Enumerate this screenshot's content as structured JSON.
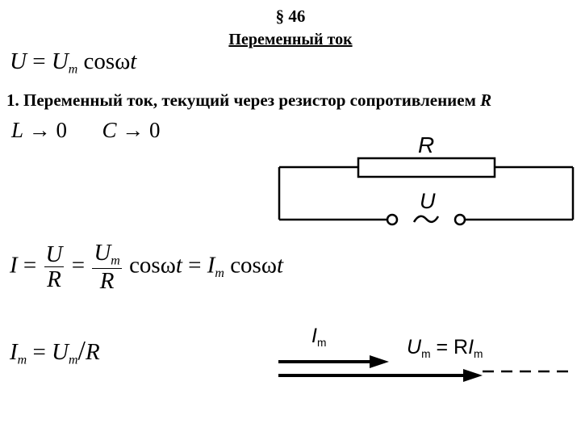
{
  "section": "§ 46",
  "title": "Переменный ток",
  "heading": {
    "number": "1.",
    "text": "Переменный ток, текущий через резистор сопротивлением",
    "symbol": "R"
  },
  "formulas": {
    "voltage": {
      "U": "U",
      "eq": "=",
      "Um": "U",
      "m": "m",
      "cos": "cos",
      "omega": "ω",
      "t": "t"
    },
    "limits": {
      "L": "L",
      "arrow1": "→",
      "zero1": "0",
      "C": "C",
      "arrow2": "→",
      "zero2": "0"
    },
    "current": {
      "I": "I",
      "eq1": "=",
      "num1": "U",
      "den1": "R",
      "eq2": "=",
      "num2": "U",
      "num2_sub": "m",
      "den2": "R",
      "cos1": "cos",
      "omega1": "ω",
      "t1": "t",
      "eq3": "=",
      "Im": "I",
      "Im_sub": "m",
      "cos2": "cos",
      "omega2": "ω",
      "t2": "t"
    },
    "amplitude": {
      "I": "I",
      "I_sub": "m",
      "eq": "=",
      "U": "U",
      "U_sub": "m",
      "slash": "/",
      "R": "R"
    }
  },
  "circuit": {
    "resistor_label": "R",
    "source_label": "U",
    "source_symbol": "~"
  },
  "phasor": {
    "current_label": "I",
    "current_sub": "m",
    "voltage_label_U": "U",
    "voltage_sub": "m",
    "voltage_eq": "= R",
    "voltage_I": "I",
    "voltage_I_sub": "m"
  }
}
